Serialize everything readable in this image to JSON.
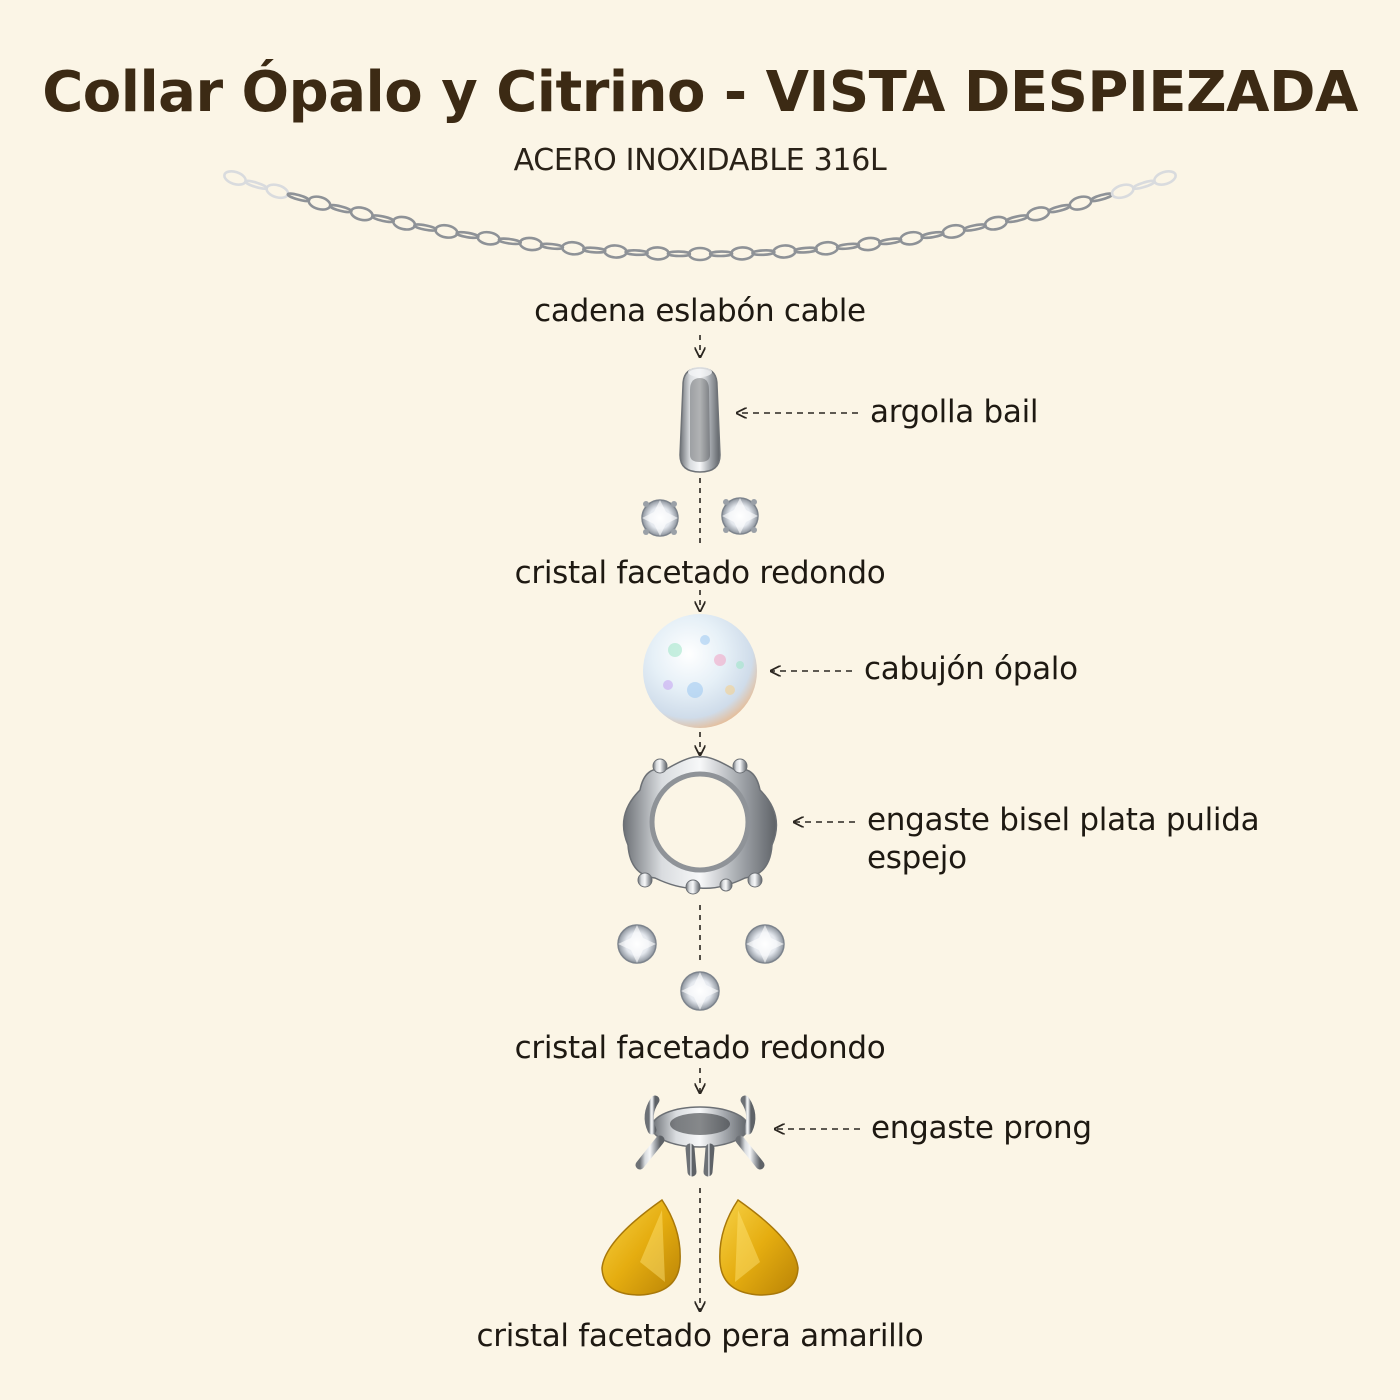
{
  "header": {
    "title": "Collar Ópalo y Citrino - VISTA DESPIEZADA",
    "subtitle": "ACERO INOXIDABLE 316L"
  },
  "labels": {
    "chain": "cadena eslabón cable",
    "bail": "argolla bail",
    "crystals_top": "cristal facetado redondo",
    "opal": "cabujón ópalo",
    "bezel": "engaste bisel plata pulida espejo",
    "crystals_mid": "cristal facetado redondo",
    "prong": "engaste prong",
    "pear": "cristal facetado pera amarillo"
  },
  "colors": {
    "background": "#fbf5e6",
    "title": "#3c2a14",
    "metal": "#b9bcc1",
    "citrine": "#e9b414",
    "opal": "#eef4f8"
  }
}
